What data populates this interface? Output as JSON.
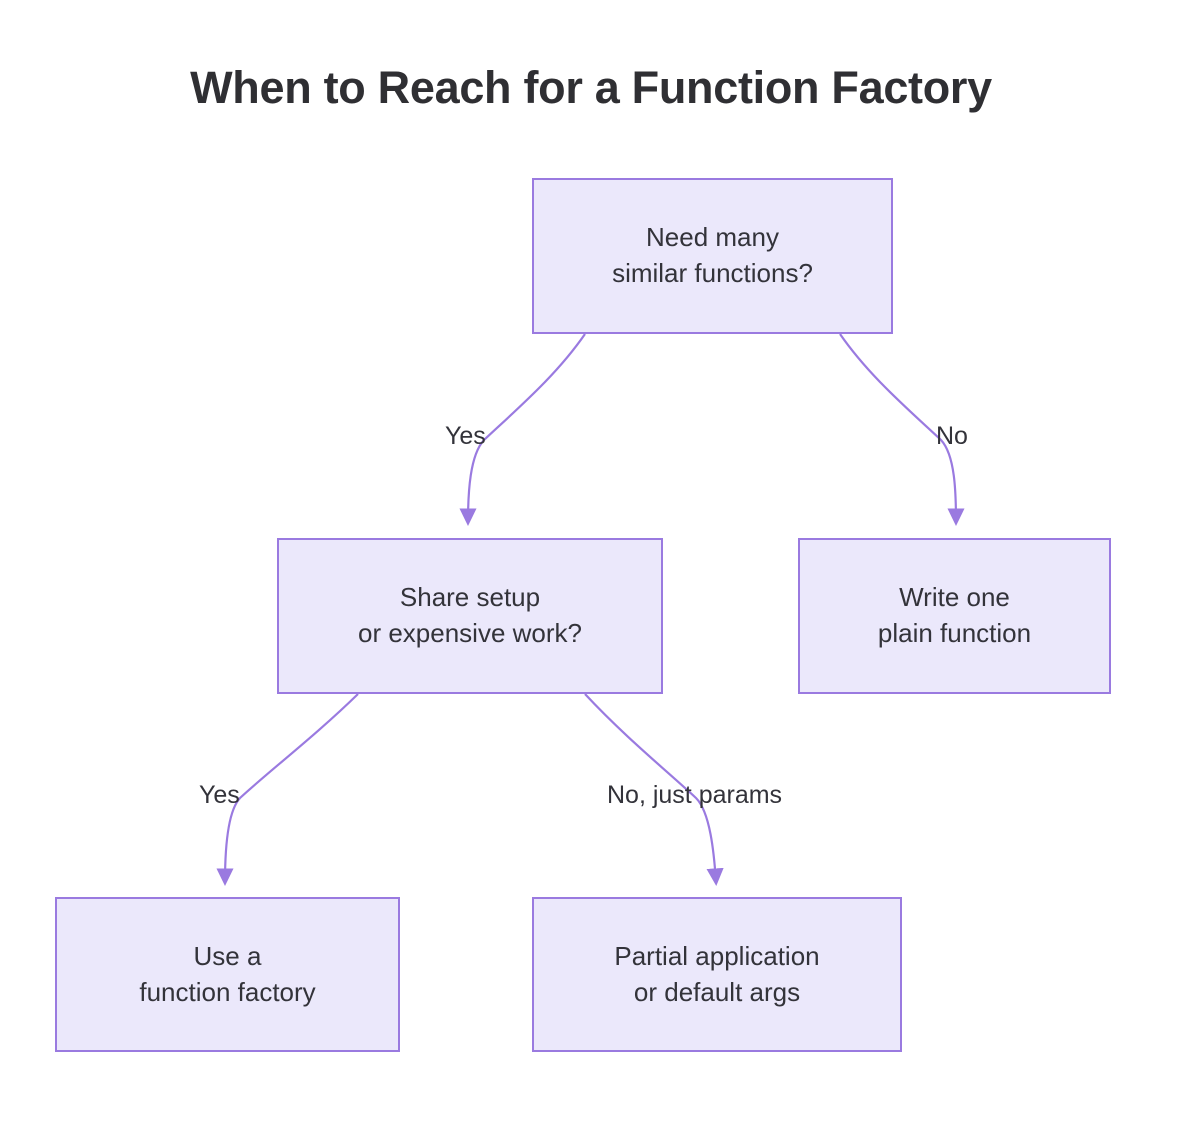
{
  "diagram": {
    "title": "When to Reach for a Function Factory",
    "type": "flowchart",
    "colors": {
      "background": "#ffffff",
      "node_fill": "#ebe8fb",
      "node_border": "#9a7ae0",
      "edge_stroke": "#9a7ae0",
      "text": "#33333a",
      "title_text": "#2f2f33"
    },
    "nodes": [
      {
        "id": "root",
        "shape": "rectangle",
        "lines": [
          "Need many",
          "similar functions?"
        ]
      },
      {
        "id": "share-setup",
        "shape": "rectangle",
        "lines": [
          "Share setup",
          "or expensive work?"
        ]
      },
      {
        "id": "plain-fn",
        "shape": "rectangle",
        "lines": [
          "Write one",
          "plain function"
        ]
      },
      {
        "id": "factory",
        "shape": "rectangle",
        "lines": [
          "Use a",
          "function factory"
        ]
      },
      {
        "id": "partial",
        "shape": "rectangle",
        "lines": [
          "Partial application",
          "or default args"
        ]
      }
    ],
    "edges": [
      {
        "from": "root",
        "to": "share-setup",
        "label": "Yes"
      },
      {
        "from": "root",
        "to": "plain-fn",
        "label": "No"
      },
      {
        "from": "share-setup",
        "to": "factory",
        "label": "Yes"
      },
      {
        "from": "share-setup",
        "to": "partial",
        "label": "No, just params"
      }
    ]
  }
}
